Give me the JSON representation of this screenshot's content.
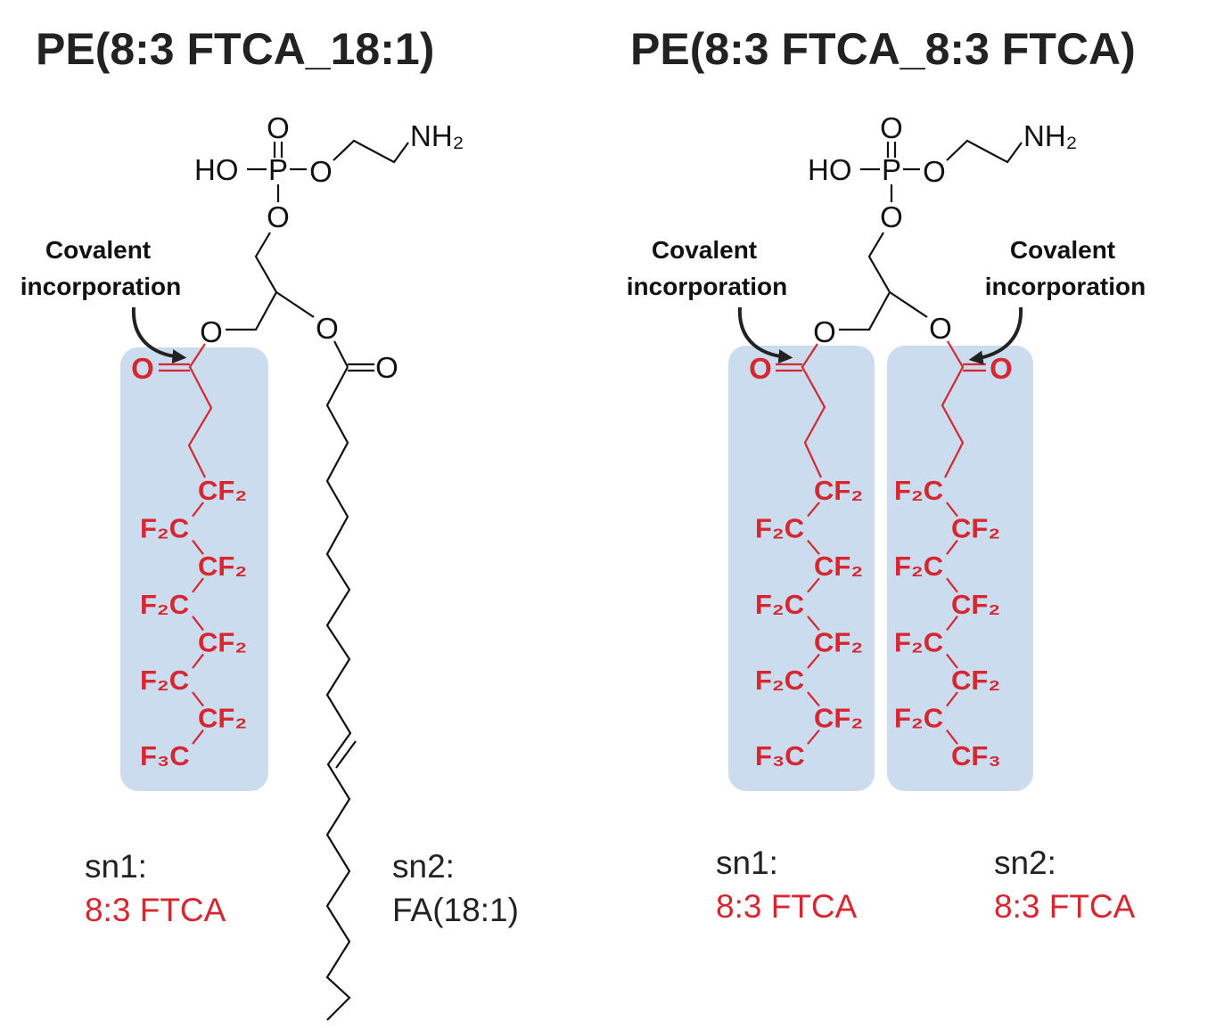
{
  "colors": {
    "fluoro": "#d7262f",
    "highlight": "#cbdcee",
    "text": "#222222"
  },
  "atoms": {
    "O": "O",
    "P": "P",
    "HO": "HO",
    "NH2": "NH₂"
  },
  "panels": [
    {
      "title": "PE(8:3 FTCA_18:1)",
      "annotation": {
        "line1": "Covalent",
        "line2": "incorporation"
      },
      "sn1": {
        "label": "sn1:",
        "value": "8:3 FTCA"
      },
      "sn2": {
        "label": "sn2:",
        "value": "FA(18:1)"
      },
      "sn1_chain": [
        "CF₂",
        "F₂C",
        "CF₂",
        "F₂C",
        "CF₂",
        "F₂C",
        "CF₂",
        "F₃C"
      ]
    },
    {
      "title": "PE(8:3 FTCA_8:3 FTCA)",
      "annotation_left": {
        "line1": "Covalent",
        "line2": "incorporation"
      },
      "annotation_right": {
        "line1": "Covalent",
        "line2": "incorporation"
      },
      "sn1": {
        "label": "sn1:",
        "value": "8:3 FTCA"
      },
      "sn2": {
        "label": "sn2:",
        "value": "8:3 FTCA"
      },
      "sn1_chain": [
        "CF₂",
        "F₂C",
        "CF₂",
        "F₂C",
        "CF₂",
        "F₂C",
        "CF₂",
        "F₃C"
      ],
      "sn2_chain": [
        "F₂C",
        "CF₂",
        "F₂C",
        "CF₂",
        "F₂C",
        "CF₂",
        "F₂C",
        "CF₃"
      ]
    }
  ]
}
